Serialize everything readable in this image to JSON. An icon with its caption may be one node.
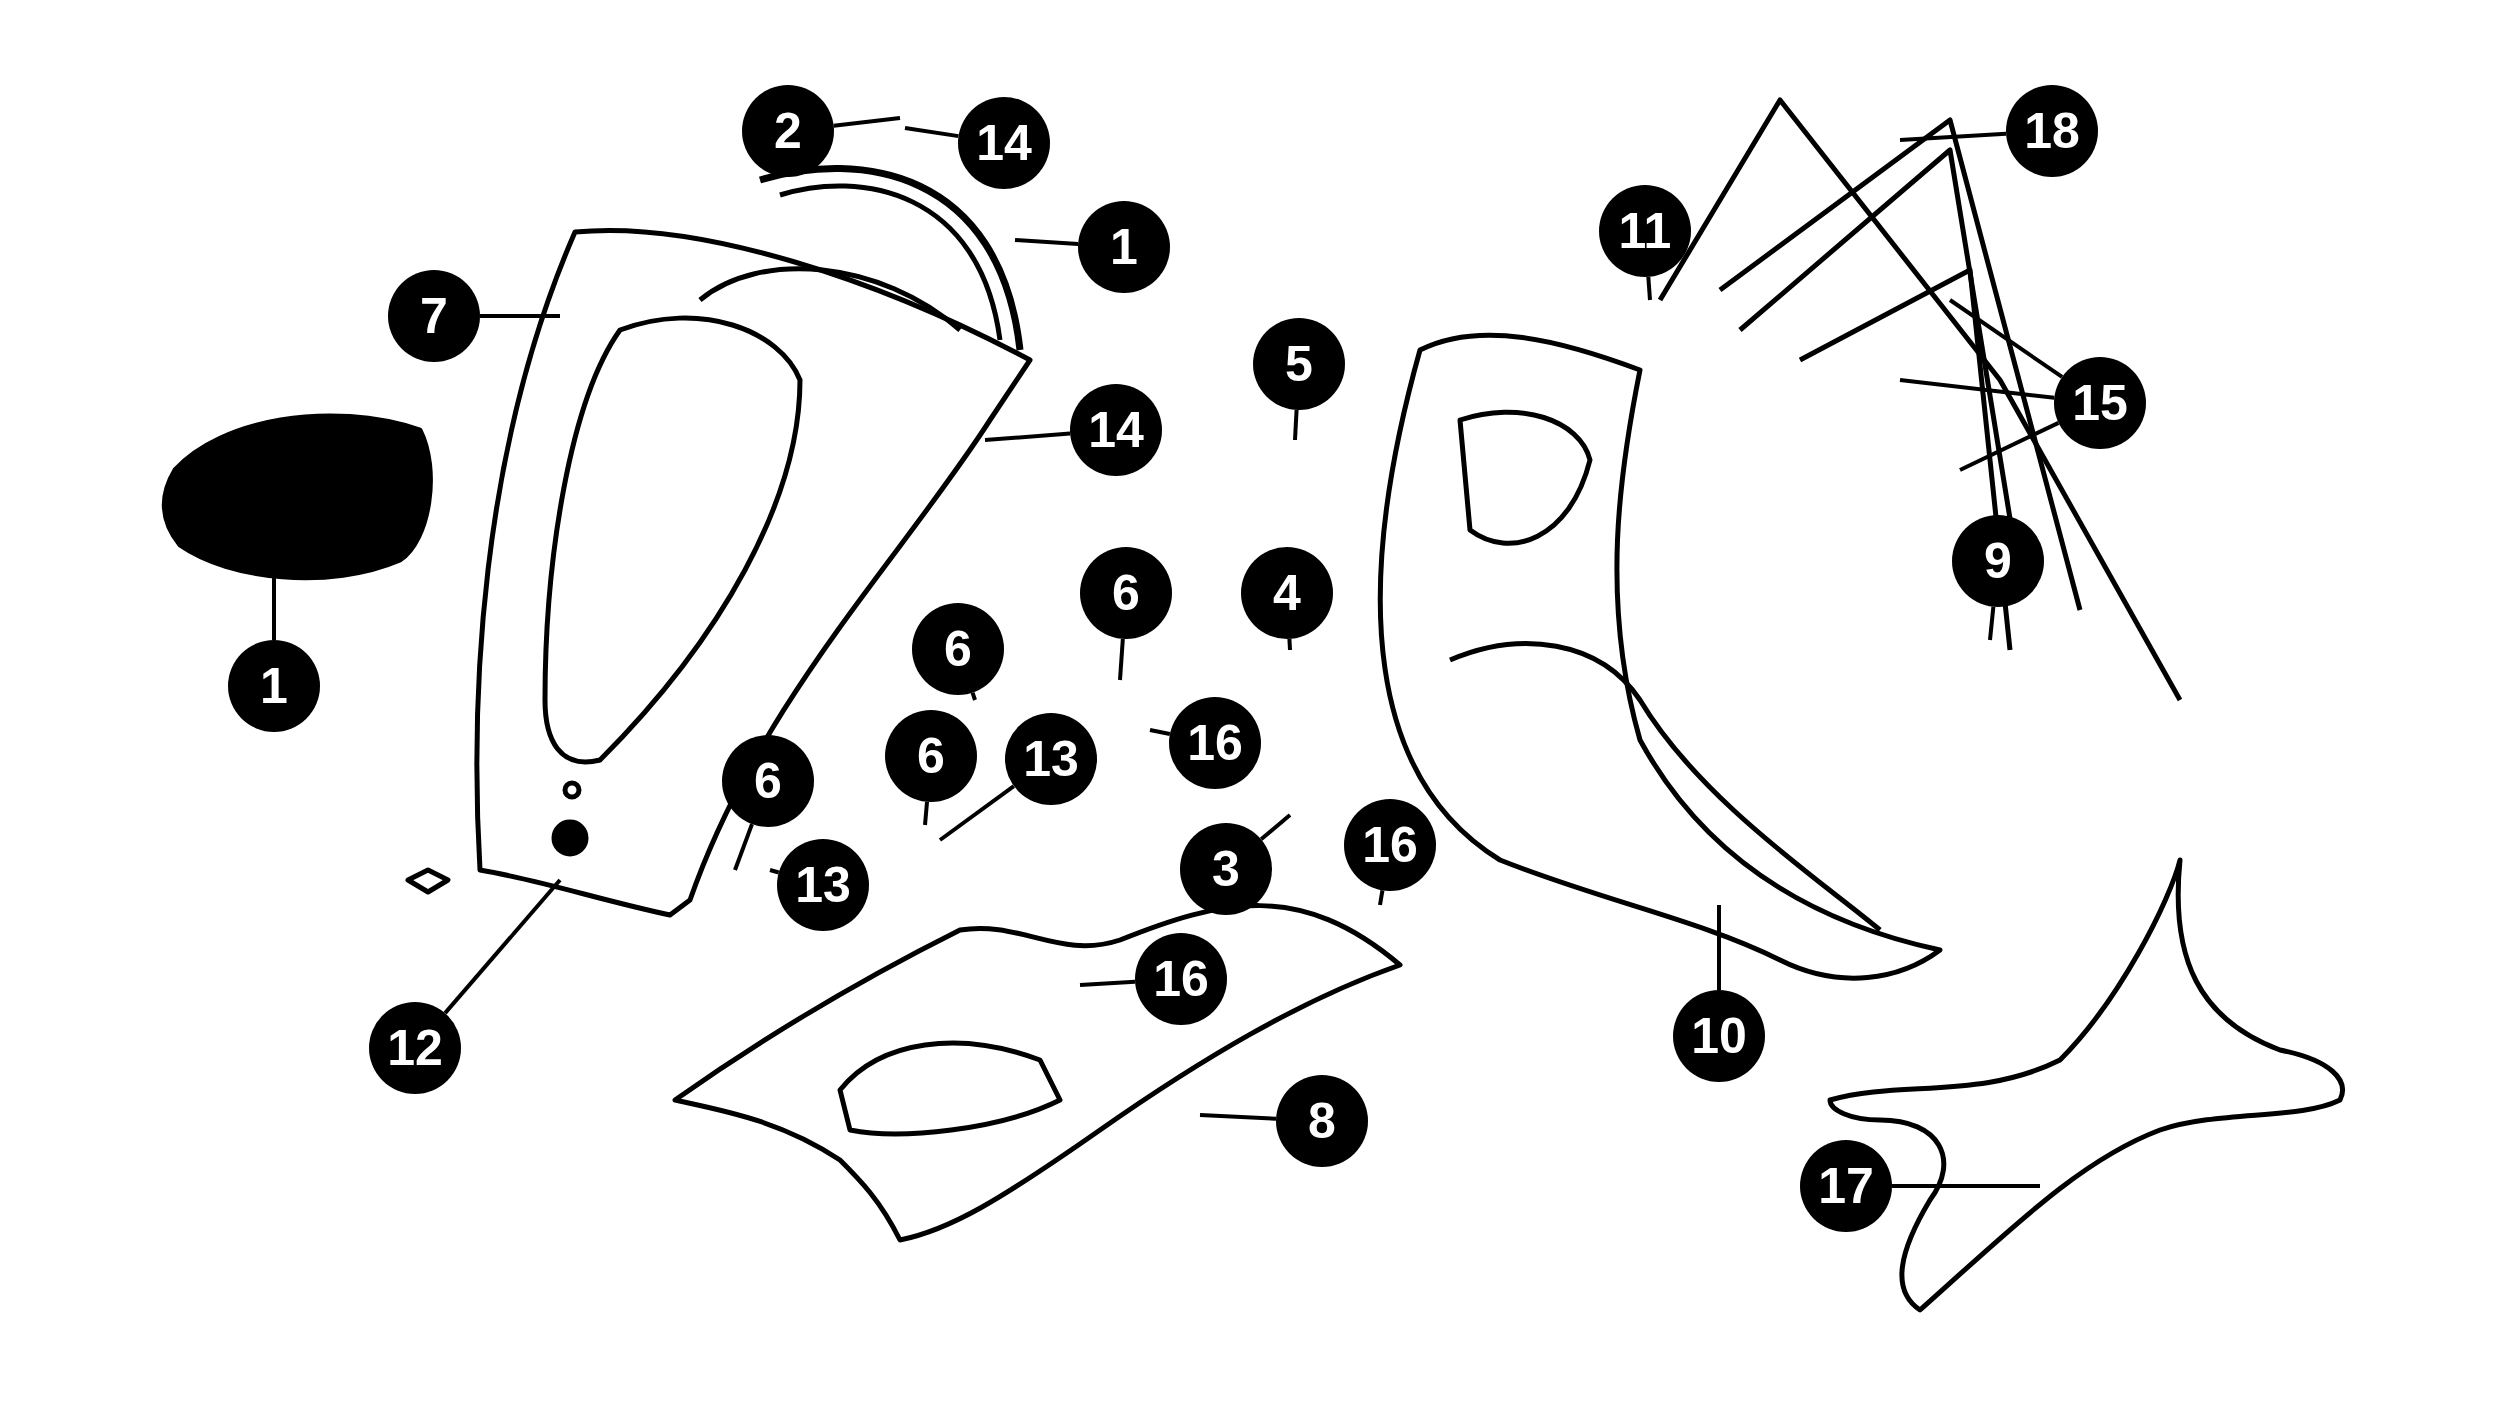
{
  "diagram": {
    "nodes": [
      {
        "text": [
          "2"
        ]
      },
      {
        "text": [
          "14"
        ]
      },
      {
        "text": [
          "18"
        ]
      },
      {
        "text": [
          "1"
        ]
      },
      {
        "text": [
          "11"
        ]
      },
      {
        "text": [
          "7"
        ]
      },
      {
        "text": [
          "5"
        ]
      },
      {
        "text": [
          "15"
        ]
      },
      {
        "text": [
          "14"
        ]
      },
      {
        "text": [
          "9"
        ]
      },
      {
        "text": [
          "1"
        ]
      },
      {
        "text": [
          "6"
        ]
      },
      {
        "text": [
          "4"
        ]
      },
      {
        "text": [
          "6"
        ]
      },
      {
        "text": [
          "16"
        ]
      },
      {
        "text": [
          "6"
        ]
      },
      {
        "text": [
          "13"
        ]
      },
      {
        "text": [
          "6"
        ]
      },
      {
        "text": [
          "16"
        ]
      },
      {
        "text": [
          "3"
        ]
      },
      {
        "text": [
          "13"
        ]
      },
      {
        "text": [
          "16"
        ]
      },
      {
        "text": [
          "10"
        ]
      },
      {
        "text": [
          "12"
        ]
      },
      {
        "text": [
          "8"
        ]
      },
      {
        "text": [
          "17"
        ]
      }
    ],
    "edges": [
      {
        "from": 0,
        "to": null,
        "arrow": "none"
      },
      {
        "from": 1,
        "to": null,
        "arrow": "none"
      },
      {
        "from": 2,
        "to": null,
        "arrow": "none"
      },
      {
        "from": 3,
        "to": null,
        "arrow": "none"
      },
      {
        "from": 4,
        "to": null,
        "arrow": "none"
      },
      {
        "from": 5,
        "to": null,
        "arrow": "none"
      },
      {
        "from": 6,
        "to": null,
        "arrow": "none"
      },
      {
        "from": 7,
        "to": null,
        "arrow": "none"
      },
      {
        "from": 7,
        "to": null,
        "arrow": "none"
      },
      {
        "from": 7,
        "to": null,
        "arrow": "none"
      },
      {
        "from": 8,
        "to": null,
        "arrow": "none"
      },
      {
        "from": 9,
        "to": null,
        "arrow": "none"
      },
      {
        "from": 10,
        "to": null,
        "arrow": "none"
      },
      {
        "from": 11,
        "to": null,
        "arrow": "none"
      },
      {
        "from": 12,
        "to": null,
        "arrow": "none"
      },
      {
        "from": 13,
        "to": null,
        "arrow": "none"
      },
      {
        "from": 14,
        "to": null,
        "arrow": "none"
      },
      {
        "from": 15,
        "to": null,
        "arrow": "none"
      },
      {
        "from": 16,
        "to": null,
        "arrow": "none"
      },
      {
        "from": 17,
        "to": null,
        "arrow": "none"
      },
      {
        "from": 18,
        "to": null,
        "arrow": "none"
      },
      {
        "from": 19,
        "to": null,
        "arrow": "none"
      },
      {
        "from": 20,
        "to": null,
        "arrow": "none"
      },
      {
        "from": 21,
        "to": null,
        "arrow": "none"
      },
      {
        "from": 22,
        "to": null,
        "arrow": "none"
      },
      {
        "from": 23,
        "to": null,
        "arrow": "none"
      },
      {
        "from": 24,
        "to": null,
        "arrow": "none"
      },
      {
        "from": 25,
        "to": null,
        "arrow": "none"
      }
    ]
  }
}
